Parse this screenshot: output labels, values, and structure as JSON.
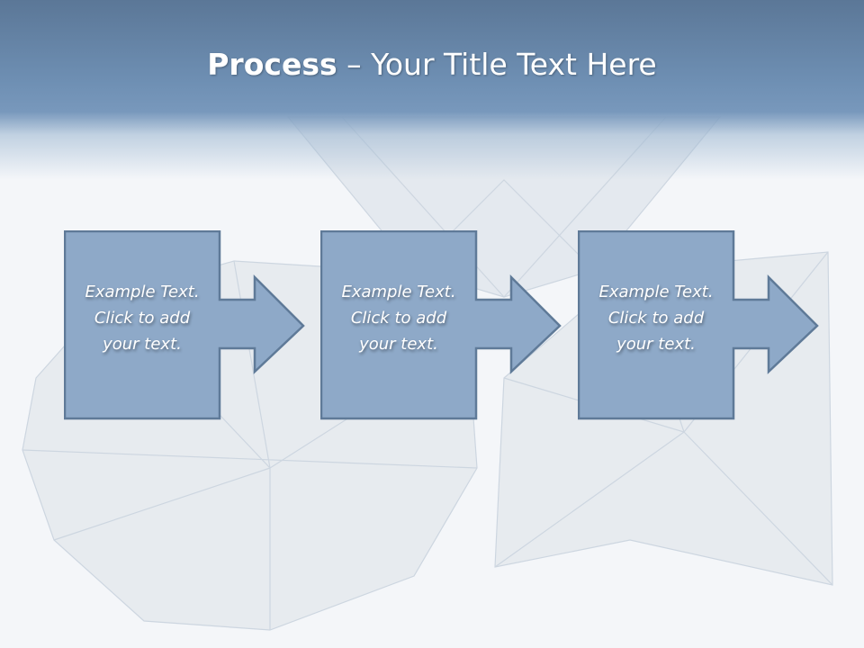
{
  "slide": {
    "title_bold": "Process",
    "title_rest": " – Your Title Text Here"
  },
  "steps": [
    {
      "text": "Example Text.\nClick  to add\nyour text."
    },
    {
      "text": "Example Text.\nClick  to add\nyour text."
    },
    {
      "text": "Example Text.\nClick  to add\nyour text."
    }
  ],
  "colors": {
    "header": "#6e8fb3",
    "box_fill": "#8ea9c8",
    "box_stroke": "#5f7a98"
  }
}
